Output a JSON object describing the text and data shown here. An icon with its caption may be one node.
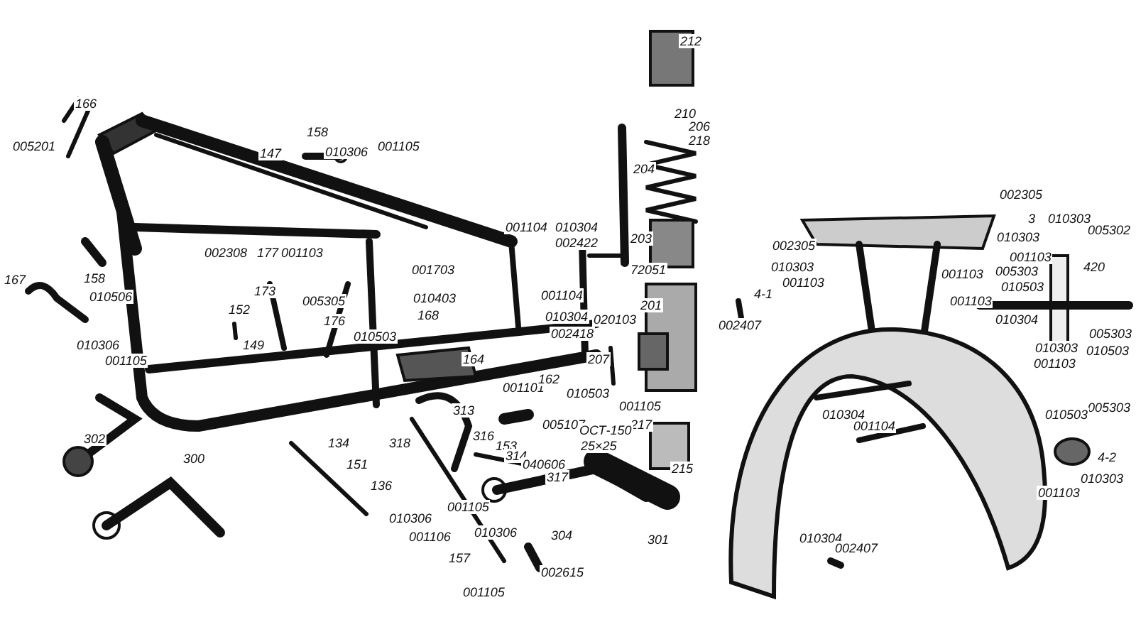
{
  "diagram": {
    "labels": [
      "212",
      "166",
      "210",
      "206",
      "158",
      "218",
      "005201",
      "001105",
      "010306",
      "147",
      "204",
      "002305",
      "3",
      "010303",
      "001104",
      "010304",
      "005302",
      "010303",
      "203",
      "002422",
      "002305",
      "002308",
      "177",
      "001103",
      "001103",
      "420",
      "001703",
      "72051",
      "010303",
      "005303",
      "001103",
      "158",
      "167",
      "010503",
      "001103",
      "173",
      "4-1",
      "001103",
      "010506",
      "001104",
      "010403",
      "005305",
      "201",
      "152",
      "168",
      "010304",
      "010304",
      "020103",
      "176",
      "002407",
      "002418",
      "010503",
      "005303",
      "149",
      "010306",
      "010303",
      "010503",
      "207",
      "164",
      "001105",
      "001103",
      "001101",
      "162",
      "010503",
      "001105",
      "005303",
      "313",
      "010304",
      "010503",
      "217",
      "001104",
      "005107",
      "ОСТ-150",
      "316",
      "302",
      "318",
      "134",
      "153",
      "25×25",
      "314",
      "040606",
      "4-2",
      "300",
      "151",
      "215",
      "317",
      "010303",
      "136",
      "001103",
      "001105",
      "010306",
      "010306",
      "001106",
      "304",
      "010304",
      "301",
      "002407",
      "157",
      "002615",
      "001105"
    ]
  }
}
